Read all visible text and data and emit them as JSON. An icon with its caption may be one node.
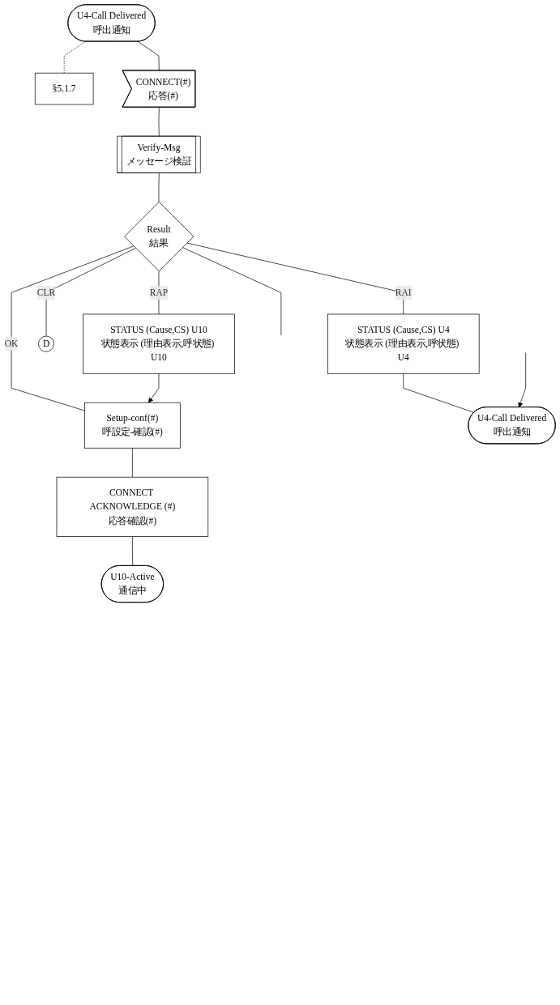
{
  "diagram": {
    "nodes": [
      {
        "text": [
          "U4-Call Delivered",
          "呼出通知"
        ]
      },
      {
        "text": [
          "§5.1.7"
        ]
      },
      {
        "text": [
          "CONNECT(#)",
          "応答(#)"
        ]
      },
      {
        "text": [
          "Verify-Msg",
          "メッセージ検証"
        ]
      },
      {
        "text": [
          "Result",
          "結果"
        ]
      },
      {
        "text": [
          "STATUS (Cause,CS) U10",
          "状態表示 (理由表示,呼状態) U10"
        ]
      },
      {
        "text": [
          "D"
        ]
      },
      {
        "text": [
          "Setup-conf(#)",
          "呼設定-確認(#)"
        ]
      },
      {
        "text": [
          "STATUS (Cause,CS) U4",
          "状態表示 (理由表示,呼状態) U4"
        ]
      },
      {
        "text": [
          "CONNECT ACKNOWLEDGE (#)",
          "応答確認(#)"
        ]
      },
      {
        "text": [
          "U4-Call Delivered",
          "呼出通知"
        ]
      },
      {
        "text": [
          "U10-Active",
          "通信中"
        ]
      }
    ],
    "edges": [
      {
        "from": 0,
        "to": 1,
        "arrow": "none",
        "style": "dashed"
      },
      {
        "from": 0,
        "to": 2,
        "arrow": "none"
      },
      {
        "from": 2,
        "to": 3,
        "arrow": "none"
      },
      {
        "from": 3,
        "to": 4,
        "arrow": "none"
      },
      {
        "from": 4,
        "to": 5,
        "arrow": "none",
        "label": "RAP"
      },
      {
        "from": 4,
        "to": 7,
        "arrow": "none",
        "label": "OK"
      },
      {
        "from": 4,
        "to": 6,
        "arrow": "none",
        "label": "CLR"
      },
      {
        "from": 4,
        "to": 8,
        "arrow": "none",
        "label": "RAI"
      },
      {
        "from": 4,
        "to": null,
        "arrow": "none"
      },
      {
        "from": 5,
        "to": 7,
        "arrow": "to"
      },
      {
        "from": 7,
        "to": 9,
        "arrow": "none"
      },
      {
        "from": 9,
        "to": 11,
        "arrow": "none"
      },
      {
        "from": 8,
        "to": 10,
        "arrow": "none"
      },
      {
        "from": null,
        "to": 10,
        "arrow": "to"
      }
    ]
  }
}
